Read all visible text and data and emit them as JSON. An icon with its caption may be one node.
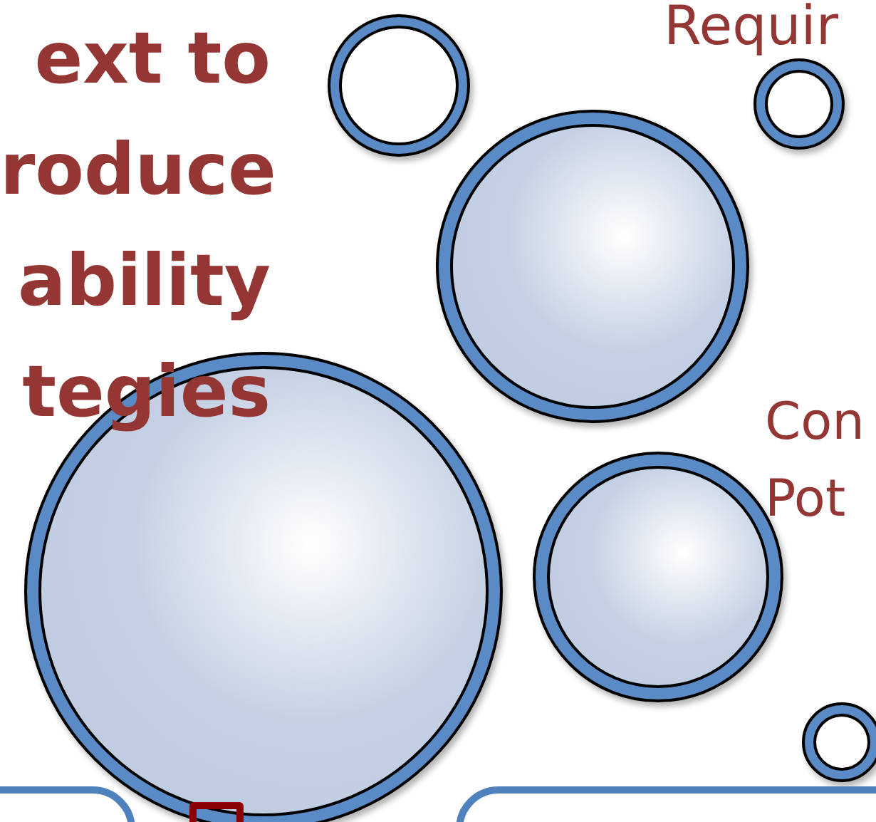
{
  "diagram": {
    "nodes": [
      {
        "text": [],
        "shape": "circle"
      },
      {
        "text": [],
        "shape": "circle"
      },
      {
        "text": [],
        "shape": "circle"
      },
      {
        "text": [],
        "shape": "circle"
      },
      {
        "text": [],
        "shape": "circle"
      },
      {
        "text": [],
        "shape": "circle"
      },
      {
        "text": [],
        "shape": "box"
      },
      {
        "text": [],
        "shape": "box"
      },
      {
        "text": [],
        "shape": "box"
      }
    ],
    "labels": [
      "ext to roduce ability tegies",
      "Requir",
      "Con Pot"
    ]
  }
}
